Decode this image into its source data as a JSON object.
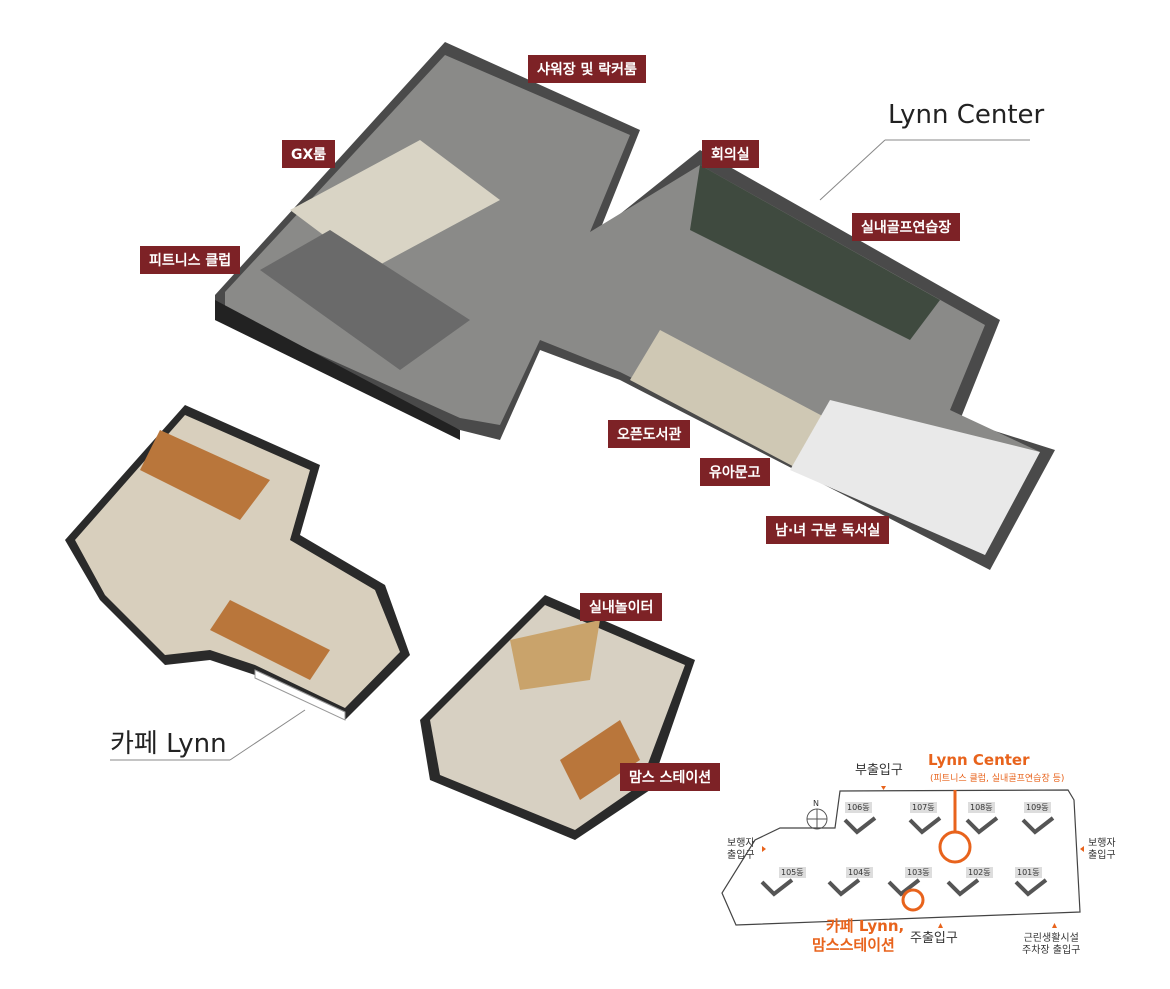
{
  "title": "Lynn Center",
  "cafe_title": "카페 Lynn",
  "labels": {
    "shower": "샤워장 및 락커룸",
    "gx": "GX룸",
    "meeting": "회의실",
    "fitness": "피트니스 클럽",
    "golf": "실내골프연습장",
    "library": "오픈도서관",
    "kids_books": "유아문고",
    "reading": "남·녀 구분 독서실",
    "playroom": "실내놀이터",
    "moms": "맘스 스테이션"
  },
  "site_map": {
    "north": "N",
    "sub_entrance": "부출입구",
    "main_entrance": "주출입구",
    "ped_left": [
      "보행자",
      "출입구"
    ],
    "ped_right": [
      "보행자",
      "출입구"
    ],
    "parking": [
      "근린생활시설",
      "주차장 출입구"
    ],
    "lynn_center": "Lynn Center",
    "lynn_center_sub": "(피트니스 클럽, 실내골프연습장 등)",
    "cafe": [
      "카페 Lynn,",
      "맘스스테이션"
    ],
    "buildings": [
      "106동",
      "107동",
      "108동",
      "109동",
      "105동",
      "104동",
      "103동",
      "102동",
      "101동"
    ],
    "accent": "#e8631c"
  }
}
